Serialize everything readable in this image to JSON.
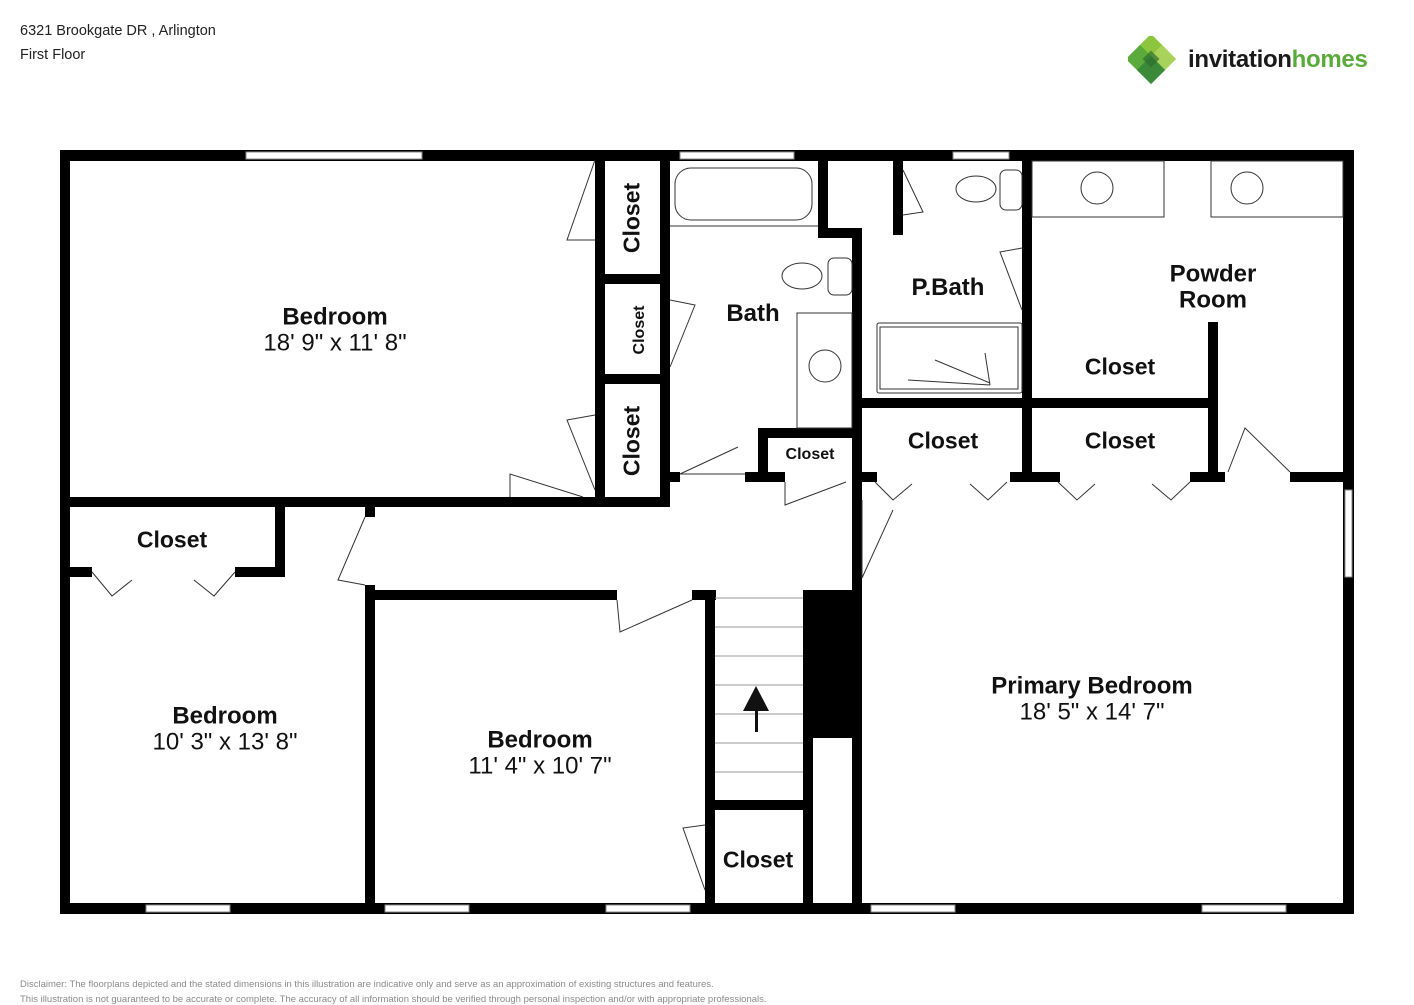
{
  "header": {
    "address": "6321 Brookgate DR , Arlington",
    "floor": "First Floor"
  },
  "brand": {
    "name_part1": "invitation",
    "name_part2": "homes",
    "colors": {
      "dark": "#1a1a1a",
      "green": "#5aab3b",
      "light_green": "#8cc63f",
      "deep_green": "#3a8a3a"
    }
  },
  "rooms": {
    "bedroom_nw": {
      "name": "Bedroom",
      "dim": "18' 9\" x 11' 8\""
    },
    "bedroom_sw": {
      "name": "Bedroom",
      "dim": "10' 3\" x 13' 8\""
    },
    "bedroom_mid": {
      "name": "Bedroom",
      "dim": "11' 4\" x 10' 7\""
    },
    "primary": {
      "name": "Primary Bedroom",
      "dim": "18' 5\" x 14' 7\""
    },
    "bath": {
      "name": "Bath"
    },
    "pbath": {
      "name": "P.Bath"
    },
    "powder": {
      "name_line1": "Powder",
      "name_line2": "Room"
    },
    "closets": {
      "c1": "Closet",
      "c2": "Closet",
      "c3": "Closet",
      "c4": "Closet",
      "c5": "Closet",
      "c6": "Closet",
      "c7": "Closet",
      "c8": "Closet",
      "c9": "Closet"
    }
  },
  "disclaimer": {
    "line1": "Disclaimer: The floorplans depicted and the stated dimensions in this illustration are indicative only and serve as an approximation of existing structures and features.",
    "line2": "This illustration is not guaranteed to be accurate or complete. The accuracy of all information should be verified through personal inspection and/or with appropriate professionals."
  }
}
